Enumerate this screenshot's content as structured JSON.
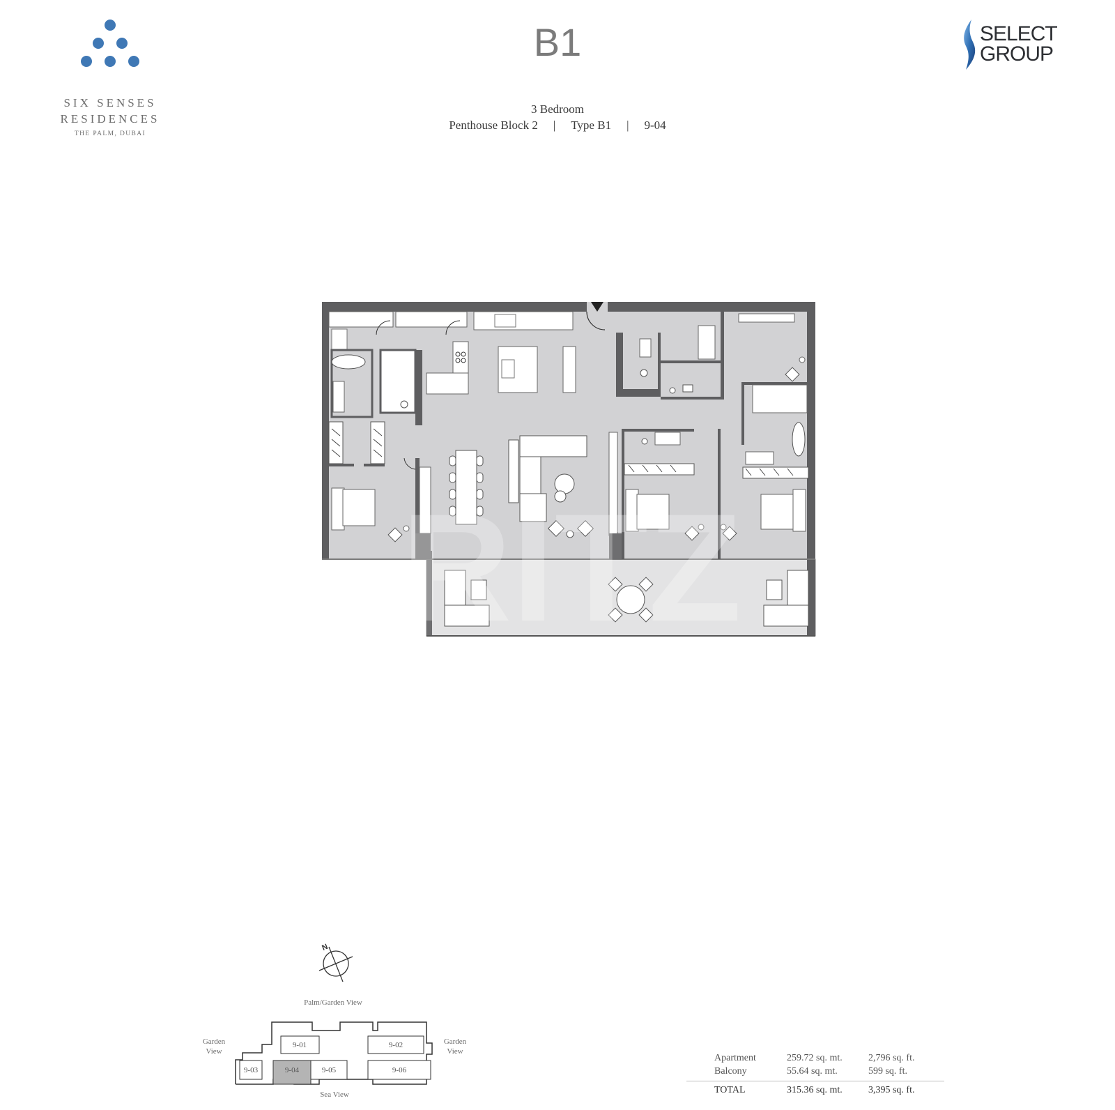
{
  "header": {
    "developer_logo": {
      "name": "SIX SENSES",
      "line2": "RESIDENCES",
      "line3": "THE PALM, DUBAI",
      "dot_color": "#3f78b5"
    },
    "partner_logo": {
      "line1": "SELECT",
      "line2": "GROUP",
      "flame_color": "#2f6fb4"
    },
    "plan_code": "B1",
    "bedrooms": "3 Bedroom",
    "block": "Penthouse Block 2",
    "separator": "|",
    "type": "Type B1",
    "unit": "9-04"
  },
  "floorplan": {
    "wall_color": "#5e5e60",
    "floor_color": "#d2d2d4",
    "balcony_color": "#e3e3e4",
    "furniture_color": "#ffffff",
    "watermark": "RITZ"
  },
  "keyplan": {
    "compass_label": "N",
    "top_view": "Palm/Garden View",
    "left_view": "Garden View",
    "right_view": "Garden View",
    "bottom_view": "Sea View",
    "units": [
      "9-01",
      "9-02",
      "9-03",
      "9-04",
      "9-05",
      "9-06"
    ],
    "highlighted_unit": "9-04",
    "highlight_color": "#b4b4b4"
  },
  "areas": {
    "rows": [
      {
        "label": "Apartment",
        "sqm": "259.72 sq. mt.",
        "sqft": "2,796 sq. ft."
      },
      {
        "label": "Balcony",
        "sqm": "55.64 sq. mt.",
        "sqft": "599 sq. ft."
      }
    ],
    "total": {
      "label": "TOTAL",
      "sqm": "315.36 sq. mt.",
      "sqft": "3,395 sq. ft."
    }
  }
}
